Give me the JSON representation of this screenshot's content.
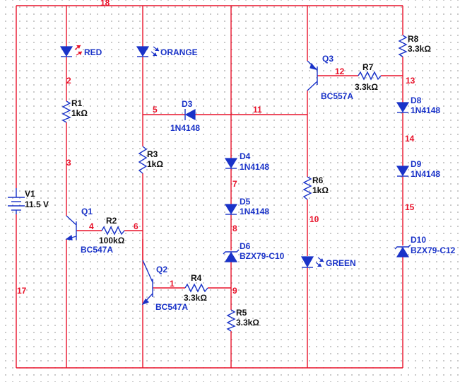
{
  "nets": [
    "18",
    "2",
    "3",
    "4",
    "6",
    "5",
    "11",
    "7",
    "8",
    "9",
    "1",
    "12",
    "13",
    "14",
    "15",
    "10",
    "17"
  ],
  "components": {
    "v1": {
      "ref": "V1",
      "value": "11.5 V"
    },
    "led_red": {
      "label": "RED"
    },
    "led_orange": {
      "label": "ORANGE"
    },
    "led_green": {
      "label": "GREEN"
    },
    "r1": {
      "ref": "R1",
      "value": "1kΩ"
    },
    "r2": {
      "ref": "R2",
      "value": "100kΩ"
    },
    "r3": {
      "ref": "R3",
      "value": "1kΩ"
    },
    "r4": {
      "ref": "R4",
      "value": "3.3kΩ"
    },
    "r5": {
      "ref": "R5",
      "value": "3.3kΩ"
    },
    "r6": {
      "ref": "R6",
      "value": "1kΩ"
    },
    "r7": {
      "ref": "R7",
      "value": "3.3kΩ"
    },
    "r8": {
      "ref": "R8",
      "value": "3.3kΩ"
    },
    "q1": {
      "ref": "Q1",
      "model": "BC547A"
    },
    "q2": {
      "ref": "Q2",
      "model": "BC547A"
    },
    "q3": {
      "ref": "Q3",
      "model": "BC557A"
    },
    "d3": {
      "ref": "D3",
      "model": "1N4148"
    },
    "d4": {
      "ref": "D4",
      "model": "1N4148"
    },
    "d5": {
      "ref": "D5",
      "model": "1N4148"
    },
    "d6": {
      "ref": "D6",
      "model": "BZX79-C10"
    },
    "d8": {
      "ref": "D8",
      "model": "1N4148"
    },
    "d9": {
      "ref": "D9",
      "model": "1N4148"
    },
    "d10": {
      "ref": "D10",
      "model": "BZX79-C12"
    }
  },
  "colors": {
    "wire": "#e8122a",
    "component": "#1a33c8",
    "grid_dot": "#9a9a9a"
  }
}
